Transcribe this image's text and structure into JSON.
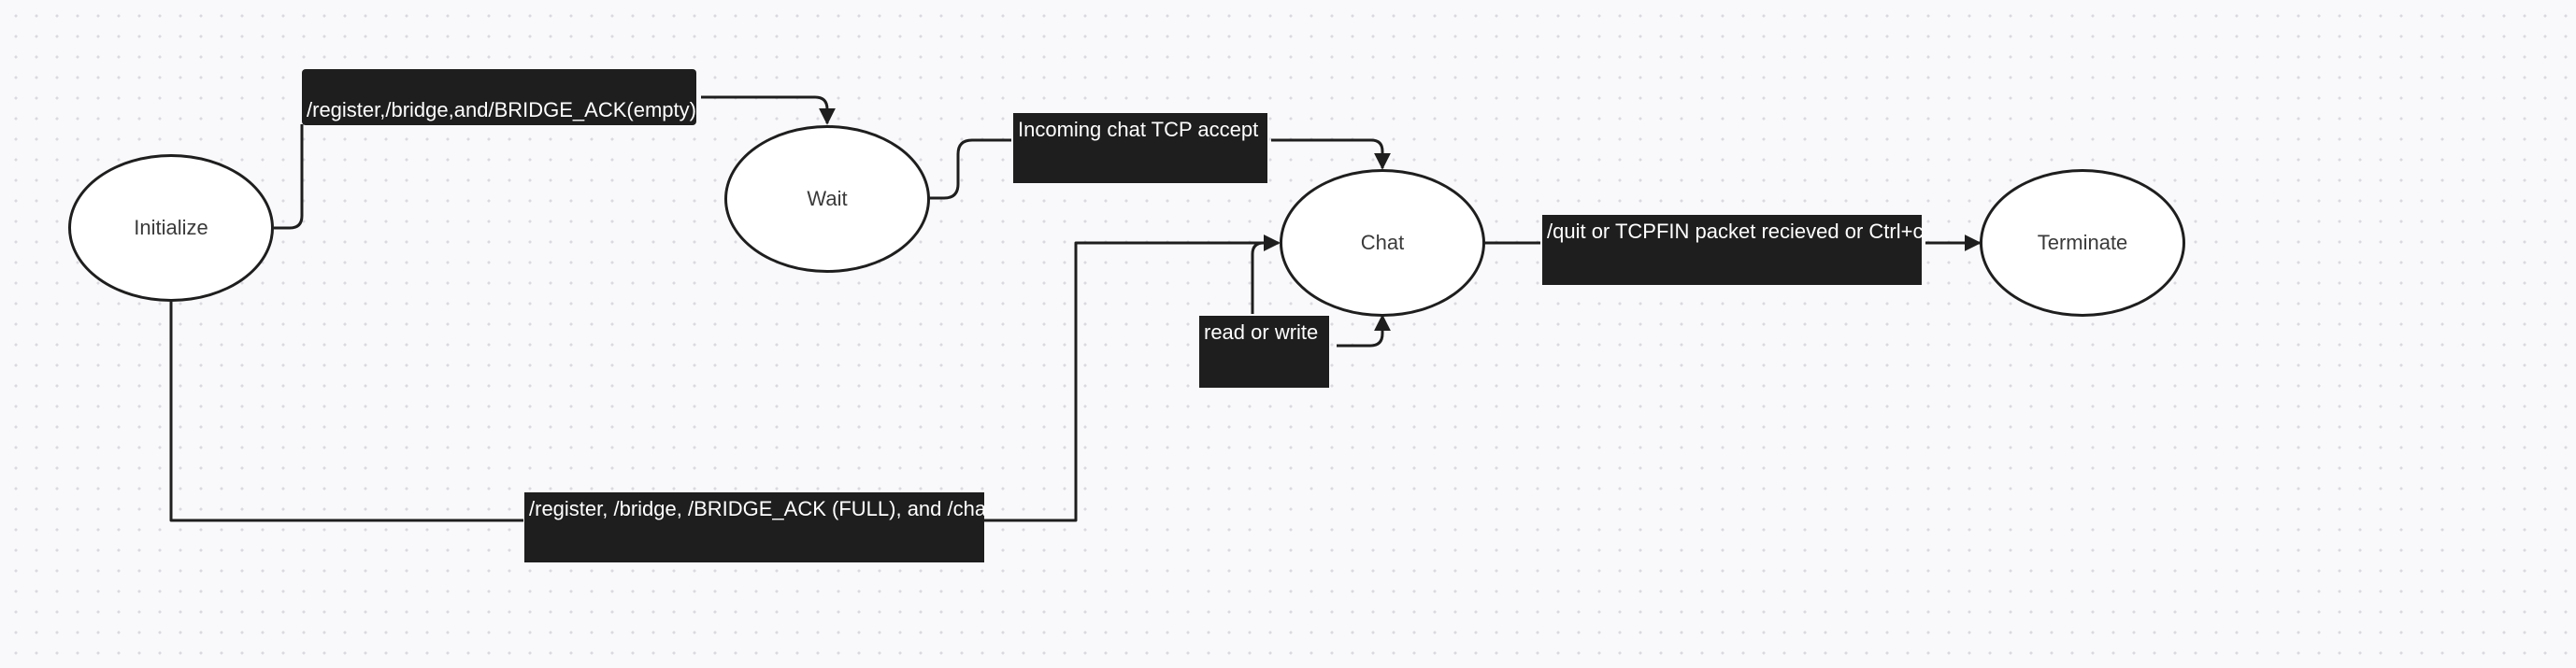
{
  "diagram": {
    "nodes": {
      "initialize": "Initialize",
      "wait": "Wait",
      "chat": "Chat",
      "terminate": "Terminate"
    },
    "edges": {
      "init_to_wait": "/register,/bridge,and/BRIDGE_ACK(empty)",
      "wait_to_chat": "Incoming chat TCP accept",
      "chat_to_terminate": "/quit or TCPFIN packet recieved or Ctrl+c",
      "chat_self": "read or write",
      "init_to_chat": "/register, /bridge, /BRIDGE_ACK (FULL), and /chat"
    },
    "colors": {
      "canvas": "#f9f9fb",
      "dot_grid": "#d9d9df",
      "line": "#1e1e1e",
      "label_fill": "#1e1e1e",
      "label_text": "#ffffff",
      "node_fill": "#ffffff"
    }
  }
}
